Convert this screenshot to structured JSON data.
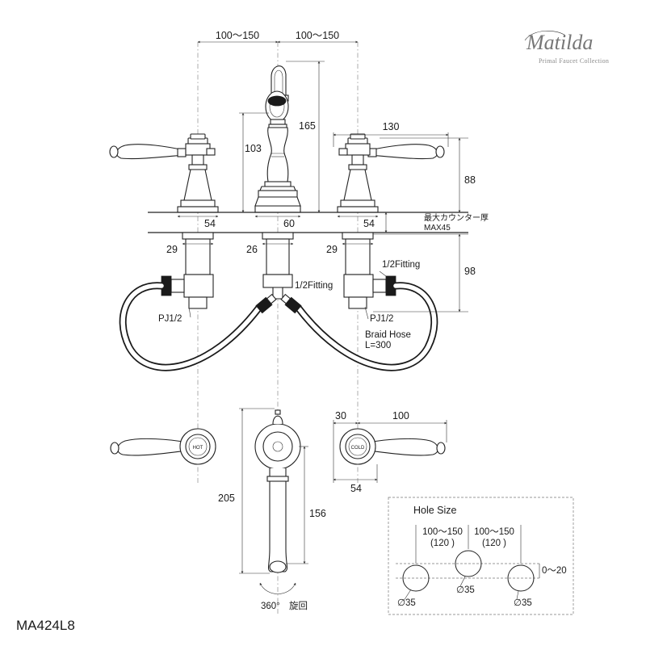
{
  "brand": {
    "name": "Matilda",
    "tagline": "Primal Faucet Collection"
  },
  "model": "MA424L8",
  "dimensions": {
    "spread_left": "100～150",
    "spread_right": "100～150",
    "spout_height": "165",
    "spout_body": "103",
    "handle_span": "130",
    "valve_height": "88",
    "base_left": "54",
    "base_center": "60",
    "base_right": "54",
    "shank_left": "29",
    "shank_center": "26",
    "shank_right": "29",
    "under_depth": "98",
    "plan_offset": "30",
    "plan_handle": "100",
    "plan_base": "54",
    "plan_total": "205",
    "plan_spout": "156"
  },
  "labels": {
    "counter_jp": "最大カウンター厚",
    "counter_max": "MAX45",
    "fitting_right": "1/2Fitting",
    "fitting_center": "1/2Fitting",
    "pj": "PJ1/2",
    "pj_right": "PJ1/2",
    "hose": "Braid Hose",
    "hose_len": "L=300",
    "rotation": "360°",
    "rotation_jp": "旋回",
    "hot_cap": "HOT",
    "cold_cap": "COLD"
  },
  "hole_size": {
    "title": "Hole Size",
    "left_range": "100～150",
    "left_std": "(120 )",
    "right_range": "100～150",
    "right_std": "(120 )",
    "offset": "0～20",
    "dia_left": "∅35",
    "dia_center": "∅35",
    "dia_right": "∅35"
  }
}
